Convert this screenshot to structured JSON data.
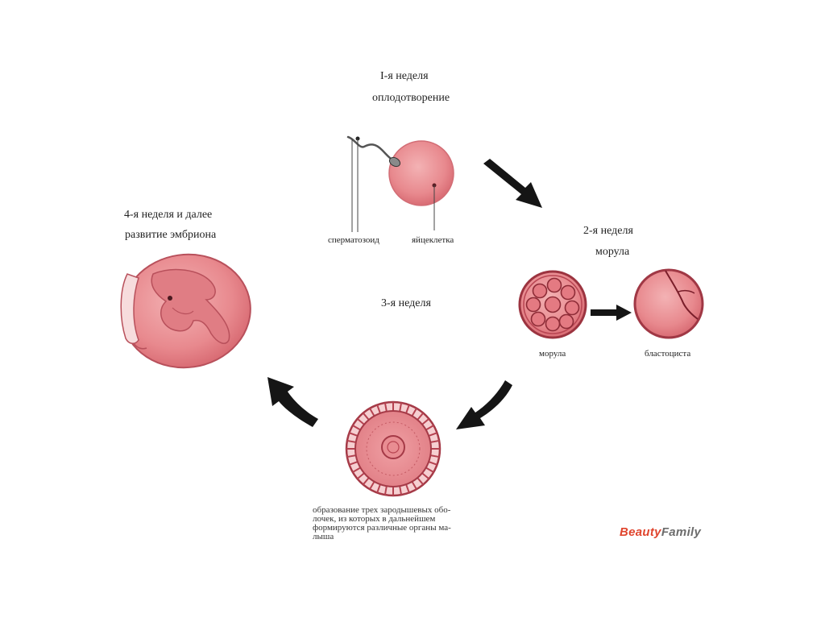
{
  "stages": {
    "week1": {
      "title": "I-я  неделя",
      "subtitle": "оплодотворение",
      "label_sperm": "сперматозоид",
      "label_egg": "яйцеклетка"
    },
    "week2": {
      "title": "2-я  неделя",
      "subtitle": "морула",
      "label_morula": "морула",
      "label_blastocyst": "бластоциста"
    },
    "week3": {
      "title": "3-я  неделя",
      "description_lines": [
        "образование трех зародышевых обо-",
        "лочек,  из  которых  в  дальнейшем",
        "формируются различные органы ма-",
        "лыша"
      ]
    },
    "week4": {
      "title": "4-я  неделя  и  далее",
      "subtitle": "развитие  эмбриона"
    }
  },
  "logo": {
    "part1": "Beauty",
    "part2": "Family"
  },
  "colors": {
    "cell_fill": "#e98d91",
    "cell_stroke": "#b23a45",
    "arrow": "#151515",
    "logo_red": "#e0452e",
    "logo_gray": "#6c6c6c"
  }
}
